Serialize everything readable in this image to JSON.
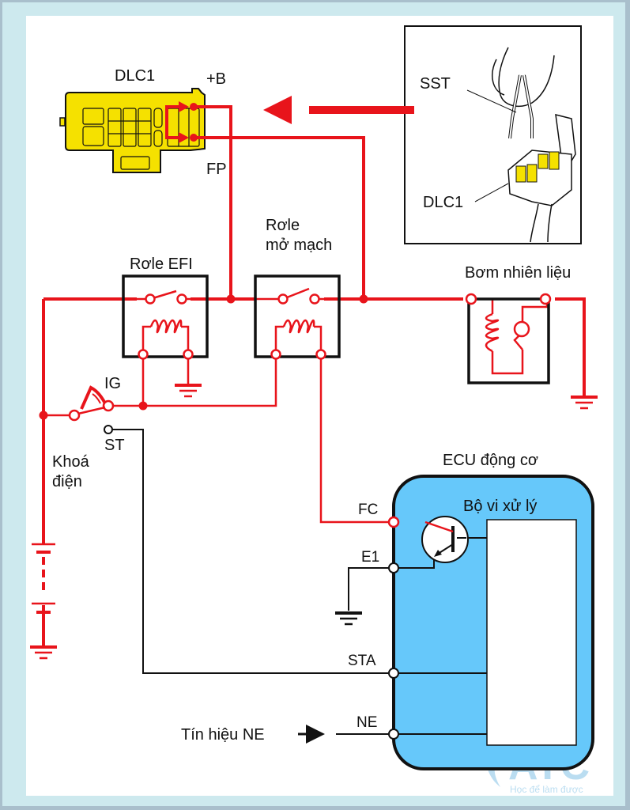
{
  "colors": {
    "wire_power": "#e8141b",
    "wire_signal": "#111111",
    "connector_fill": "#f5e100",
    "ecu_fill": "#66c8fa",
    "frame_band": "#cde9ee",
    "watermark": "#3b9fd8"
  },
  "dlc1": {
    "title": "DLC1",
    "terminal_b": "+B",
    "terminal_fp": "FP"
  },
  "inset": {
    "tool_label": "SST",
    "connector_label": "DLC1"
  },
  "relays": {
    "efi": {
      "label": "Rơle EFI"
    },
    "circuit_opening": {
      "label_line1": "Rơle",
      "label_line2": "mở mạch"
    }
  },
  "fuel_pump": {
    "label": "Bơm nhiên liệu"
  },
  "ignition_switch": {
    "label_line1": "Khoá",
    "label_line2": "điện",
    "terminal_ig": "IG",
    "terminal_st": "ST"
  },
  "ecu": {
    "label": "ECU động cơ",
    "microprocessor": "Bộ vi xử lý",
    "terminals": {
      "fc": "FC",
      "e1": "E1",
      "sta": "STA",
      "ne": "NE"
    }
  },
  "ne_signal": {
    "label": "Tín hiệu NE"
  },
  "watermark": {
    "logo": "ATC",
    "slogan": "Học để làm được"
  }
}
